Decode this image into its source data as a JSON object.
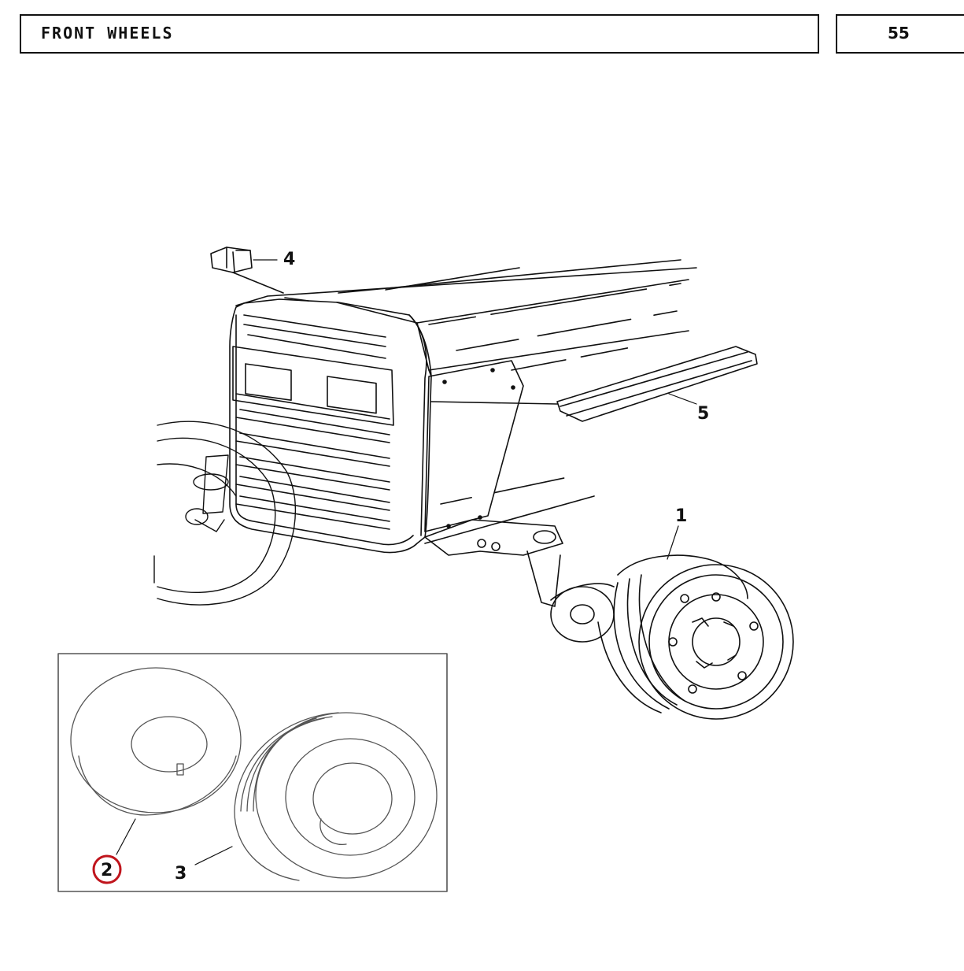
{
  "header": {
    "title": "FRONT  WHEELS",
    "page_number": "55"
  },
  "callouts": {
    "c1": "1",
    "c2": "2",
    "c3": "3",
    "c4": "4",
    "c5": "5"
  },
  "colors": {
    "line": "#111111",
    "highlight": "#c0141c",
    "inset_border": "#555555"
  }
}
